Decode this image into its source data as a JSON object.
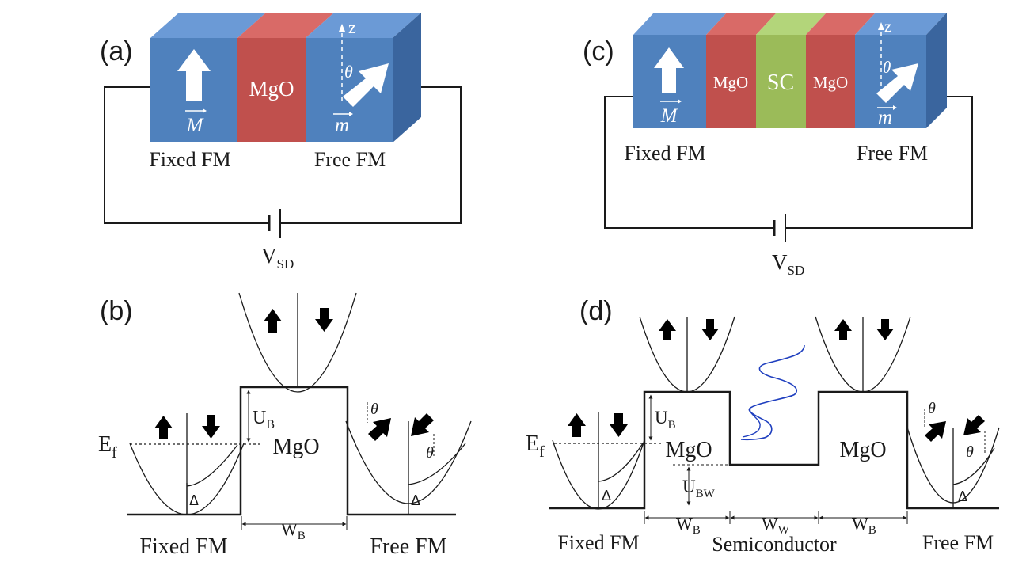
{
  "panel_a": {
    "label": "(a)",
    "layer_mgo": "MgO",
    "vec_fixed": "M",
    "vec_free": "m",
    "axis_z": "z",
    "angle": "θ",
    "label_fixed": "Fixed FM",
    "label_free": "Free FM",
    "voltage_main": "V",
    "voltage_sub": "SD"
  },
  "panel_b": {
    "label": "(b)",
    "ef_main": "E",
    "ef_sub": "f",
    "ub_main": "U",
    "ub_sub": "B",
    "barrier": "MgO",
    "delta_left": "Δ",
    "delta_right": "Δ",
    "angle_upper": "θ",
    "angle_lower": "θ",
    "wb_main": "W",
    "wb_sub": "B",
    "label_fixed": "Fixed FM",
    "label_free": "Free FM"
  },
  "panel_c": {
    "label": "(c)",
    "layer_mgo_left": "MgO",
    "layer_sc": "SC",
    "layer_mgo_right": "MgO",
    "vec_fixed": "M",
    "vec_free": "m",
    "axis_z": "z",
    "angle": "θ",
    "label_fixed": "Fixed FM",
    "label_free": "Free FM",
    "voltage_main": "V",
    "voltage_sub": "SD"
  },
  "panel_d": {
    "label": "(d)",
    "ef_main": "E",
    "ef_sub": "f",
    "ub_main": "U",
    "ub_sub": "B",
    "ubw_main": "U",
    "ubw_sub": "BW",
    "barrier_left": "MgO",
    "barrier_right": "MgO",
    "delta_left": "Δ",
    "delta_right": "Δ",
    "angle_upper": "θ",
    "angle_lower": "θ",
    "wb_left_main": "W",
    "wb_left_sub": "B",
    "ww_main": "W",
    "ww_sub": "W",
    "wb_right_main": "W",
    "wb_right_sub": "B",
    "label_fixed": "Fixed FM",
    "label_semiconductor": "Semiconductor",
    "label_free": "Free FM"
  },
  "colors": {
    "ferromagnet_blue": "#4f81bd",
    "mgo_red": "#c0504d",
    "semiconductor_green": "#9bbb59",
    "resonance_curve": "#1f3fbf"
  }
}
